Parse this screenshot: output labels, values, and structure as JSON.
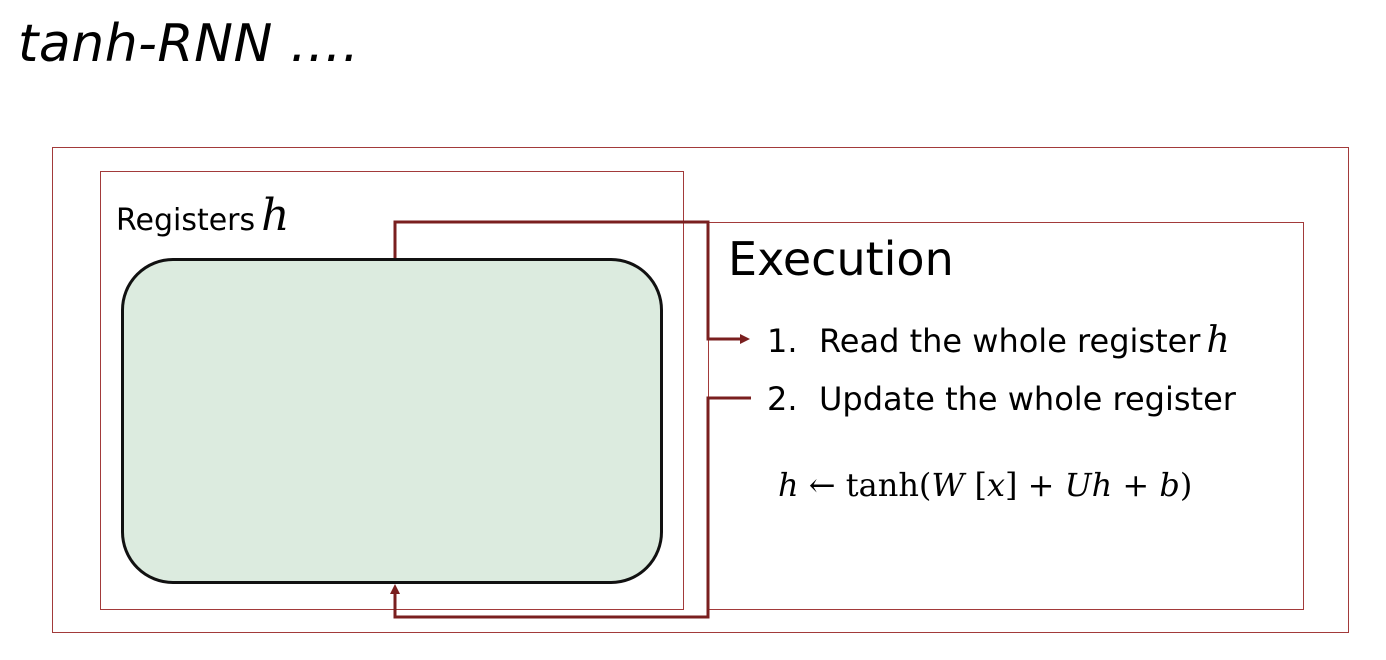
{
  "title": "tanh-RNN ….",
  "registers": {
    "label": "Registers",
    "variable": "h"
  },
  "execution": {
    "title": "Execution",
    "steps": [
      {
        "number": "1.",
        "text": "Read the whole register",
        "variable": "h"
      },
      {
        "number": "2.",
        "text": "Update the whole register"
      }
    ],
    "formula": {
      "lhs": "h",
      "arrow": "←",
      "func": "tanh",
      "open": "(",
      "w": "W",
      "bracket_open": "[",
      "x": "x",
      "bracket_close": "]",
      "plus1": "+",
      "u": "U",
      "h": "h",
      "plus2": "+",
      "b": "b",
      "close": ")"
    }
  },
  "colors": {
    "frame": "#a23a3a",
    "arrow": "#7a1f1f",
    "register_fill": "#dcebdf",
    "register_border": "#111111"
  }
}
